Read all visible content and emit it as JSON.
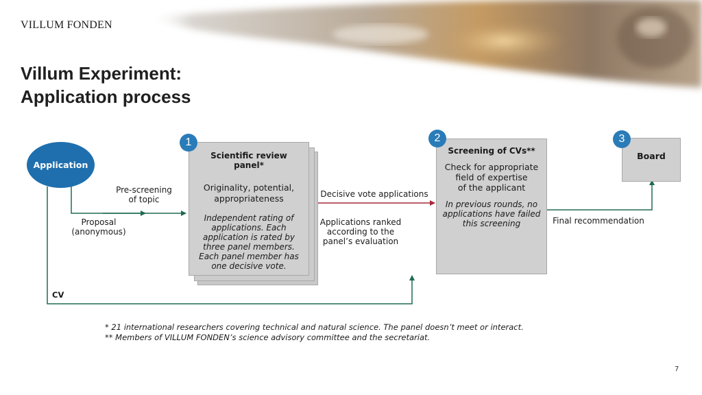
{
  "logo": "VILLUM FONDEN",
  "title_line1": "Villum Experiment:",
  "title_line2": "Application process",
  "application": "Application",
  "prescreening_line1": "Pre-screening",
  "prescreening_line2": "of topic",
  "proposal_line1": "Proposal",
  "proposal_line2": "(anonymous)",
  "cv": "CV",
  "panel": {
    "number": "1",
    "title_line1": "Scientific review",
    "title_line2": "panel*",
    "criteria_line1": "Originality, potential,",
    "criteria_line2": "appropriateness",
    "note_lines": [
      "Independent rating of",
      "applications. Each",
      "application is rated by",
      "three panel members.",
      "Each panel member has",
      "one decisive vote."
    ]
  },
  "decisive_vote": "Decisive vote applications",
  "ranked_lines": [
    "Applications ranked",
    "according to the",
    "panel’s evaluation"
  ],
  "screening": {
    "number": "2",
    "title": "Screening of CVs**",
    "check_lines": [
      "Check for appropriate",
      "field of expertise",
      "of the applicant"
    ],
    "note_lines": [
      "In previous rounds, no",
      "applications have failed",
      "this screening"
    ]
  },
  "board": {
    "number": "3",
    "label": "Board"
  },
  "final_recommendation": "Final recommendation",
  "footnote1": "* 21 international researchers covering technical and natural science. The panel doesn’t meet or interact.",
  "footnote2": "** Members of VILLUM FONDEN’s science advisory committee and the secretariat.",
  "page_number": "7",
  "colors": {
    "accent_blue": "#1f6fae",
    "badge_blue": "#2a7cb8",
    "flow_green": "#1e6b4e",
    "vote_red": "#a6283c",
    "box_grey": "#d0d0d0"
  }
}
